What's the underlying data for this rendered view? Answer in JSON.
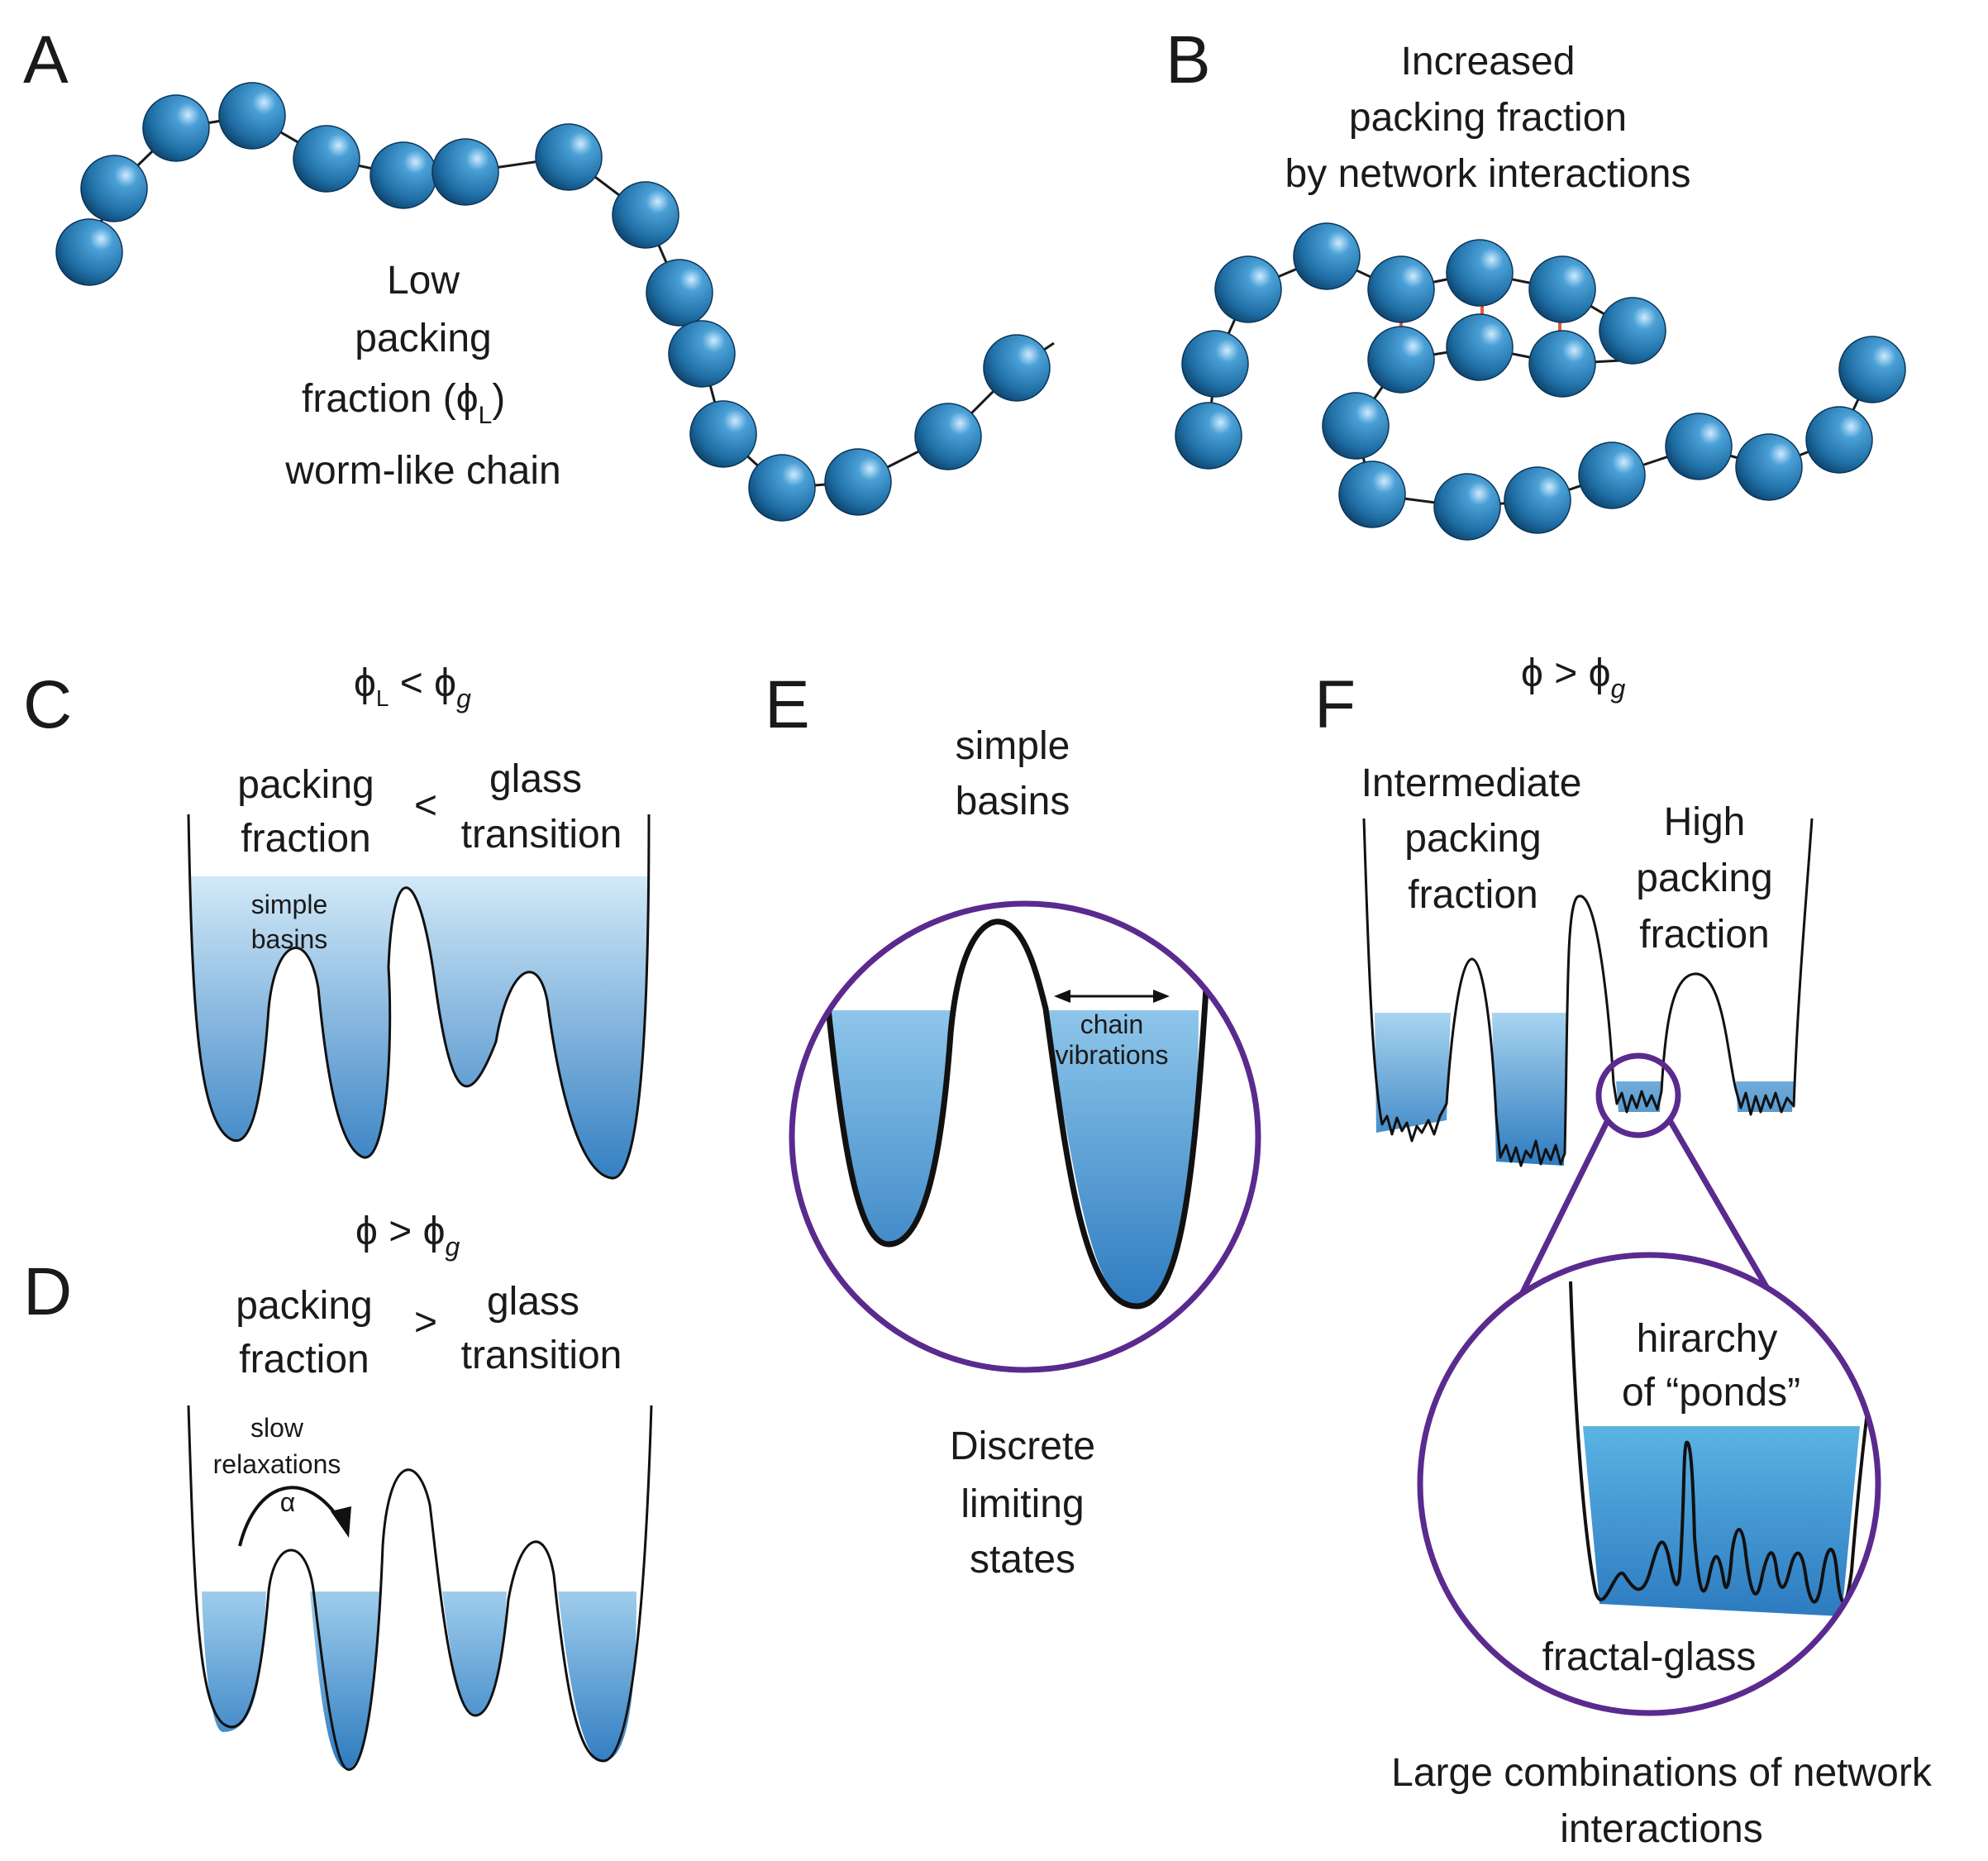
{
  "panels": {
    "A": {
      "letter": "A",
      "text": [
        "Low",
        "packing",
        "fraction (ϕ",
        "L",
        ")",
        "worm-like chain"
      ]
    },
    "B": {
      "letter": "B",
      "text": [
        "Increased",
        "packing fraction",
        "by network interactions"
      ]
    },
    "C": {
      "letter": "C",
      "cond_main": "ϕ",
      "cond_sub": "L",
      "cond_mid": " < ϕ",
      "cond_g": "g",
      "left": [
        "packing",
        "fraction"
      ],
      "op": "<",
      "right": [
        "glass",
        "transition"
      ],
      "basins": [
        "simple",
        "basins"
      ]
    },
    "D": {
      "letter": "D",
      "cond_main": "ϕ > ϕ",
      "cond_g": "g",
      "left": [
        "packing",
        "fraction"
      ],
      "op": ">",
      "right": [
        "glass",
        "transition"
      ],
      "relax": [
        "slow",
        "relaxations",
        "α"
      ]
    },
    "E": {
      "letter": "E",
      "top": [
        "simple",
        "basins"
      ],
      "vib": [
        "chain",
        "vibrations"
      ],
      "bottom": [
        "Discrete",
        "limiting",
        "states"
      ]
    },
    "F": {
      "letter": "F",
      "cond_main": "ϕ > ϕ",
      "cond_g": "g",
      "left": [
        "Intermediate",
        "packing",
        "fraction"
      ],
      "right": [
        "High",
        "packing",
        "fraction"
      ],
      "zoom": [
        "hirarchy",
        "of “ponds”"
      ],
      "zoom_bottom": "fractal-glass",
      "bottom": [
        "Large combinations of network",
        "interactions"
      ]
    }
  },
  "colors": {
    "bead": "#1f6fa6",
    "bead_highlight": "#cfeaff",
    "water_top": "#d2e9f8",
    "water_bottom": "#2d7bc0",
    "crosslink": "#e8573a",
    "magnifier": "#5b2a8e"
  }
}
